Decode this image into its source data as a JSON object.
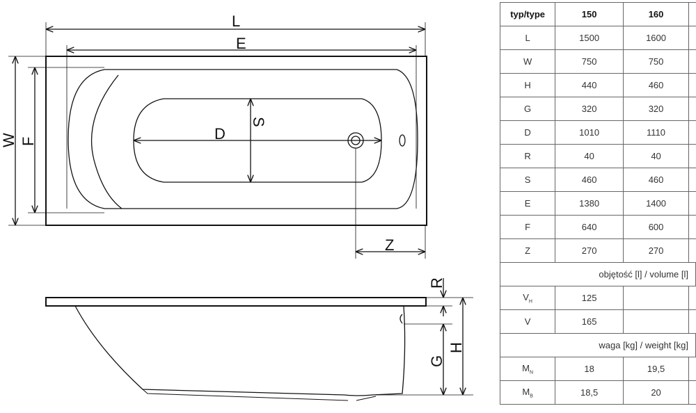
{
  "drawing": {
    "labels": {
      "L": "L",
      "E": "E",
      "W": "W",
      "F": "F",
      "S": "S",
      "D": "D",
      "Z": "Z",
      "R": "R",
      "G": "G",
      "H": "H"
    }
  },
  "table": {
    "header": [
      "typ/type",
      "150",
      "160"
    ],
    "rows": [
      {
        "param": "L",
        "v150": "1500",
        "v160": "1600"
      },
      {
        "param": "W",
        "v150": "750",
        "v160": "750"
      },
      {
        "param": "H",
        "v150": "440",
        "v160": "460"
      },
      {
        "param": "G",
        "v150": "320",
        "v160": "320"
      },
      {
        "param": "D",
        "v150": "1010",
        "v160": "1110"
      },
      {
        "param": "R",
        "v150": "40",
        "v160": "40"
      },
      {
        "param": "S",
        "v150": "460",
        "v160": "460"
      },
      {
        "param": "E",
        "v150": "1380",
        "v160": "1400"
      },
      {
        "param": "F",
        "v150": "640",
        "v160": "600"
      },
      {
        "param": "Z",
        "v150": "270",
        "v160": "270"
      }
    ],
    "volume_label": "objętość [l] / volume [l]",
    "volume_rows": [
      {
        "param": "V",
        "sub": "H",
        "v150": "125",
        "v160": ""
      },
      {
        "param": "V",
        "sub": "",
        "v150": "165",
        "v160": ""
      }
    ],
    "weight_label": "waga [kg] / weight [kg]",
    "weight_rows": [
      {
        "param": "M",
        "sub": "N",
        "v150": "18",
        "v160": "19,5"
      },
      {
        "param": "M",
        "sub": "B",
        "v150": "18,5",
        "v160": "20"
      }
    ]
  }
}
